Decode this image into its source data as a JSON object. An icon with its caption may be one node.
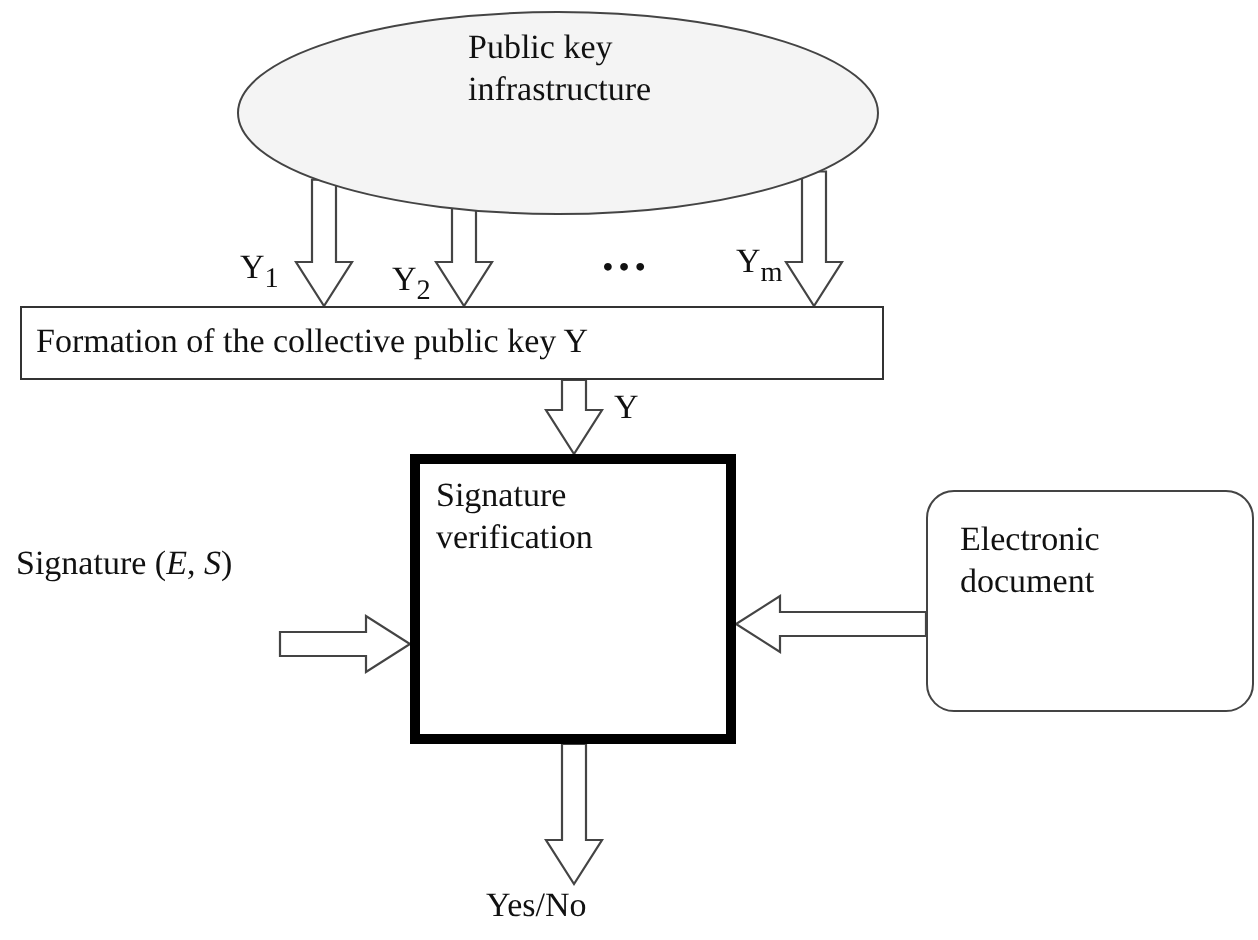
{
  "diagram": {
    "nodes": [
      {
        "text": [
          "Public key infrastructure"
        ]
      },
      {
        "text": [
          "Formation of the collective public key Y"
        ]
      },
      {
        "text": [
          "Signature (*E*, *S*)"
        ]
      },
      {
        "text": [
          "Signature verification"
        ]
      },
      {
        "text": [
          "Electronic document"
        ]
      },
      {
        "text": [
          "Yes/No"
        ]
      }
    ],
    "edges": [
      {
        "from": 0,
        "to": 1,
        "arrow": "to",
        "label": "Y$_{1}$"
      },
      {
        "from": 0,
        "to": 1,
        "arrow": "to",
        "label": "Y$_{2}$"
      },
      {
        "from": 0,
        "to": 1,
        "arrow": "to",
        "label": "Y$_{m}$"
      },
      {
        "from": 1,
        "to": 3,
        "arrow": "to",
        "label": "Y"
      },
      {
        "from": 2,
        "to": 3,
        "arrow": "to"
      },
      {
        "from": 4,
        "to": 3,
        "arrow": "to"
      },
      {
        "from": 3,
        "to": 5,
        "arrow": "to"
      }
    ],
    "labels": [
      "…"
    ]
  }
}
